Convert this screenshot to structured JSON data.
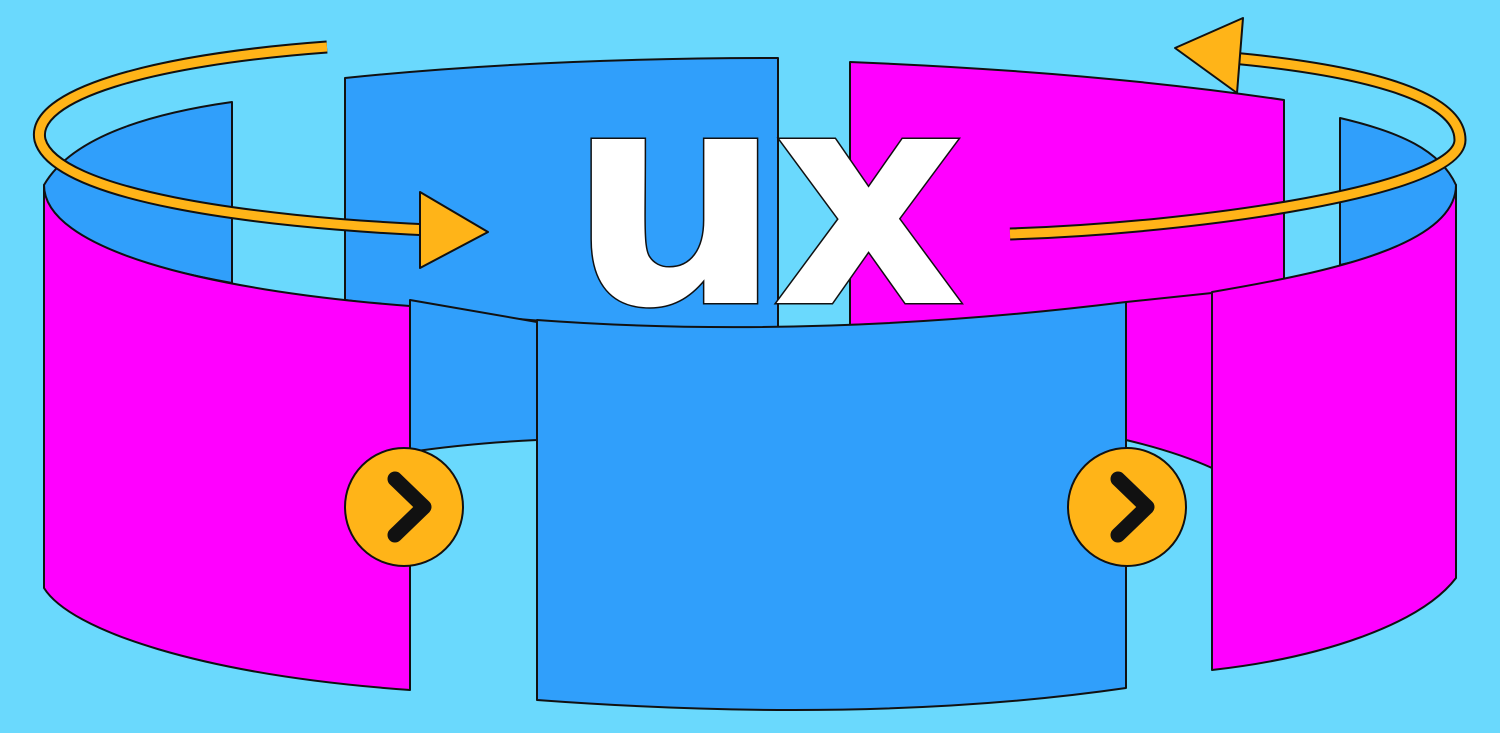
{
  "headline": {
    "text": "ux"
  },
  "colors": {
    "background": "#6ad9fd",
    "magenta": "#ff00ff",
    "blue": "#309ffb",
    "orange": "#ffb418",
    "white": "#ffffff",
    "outline": "#111111"
  },
  "icons": {
    "orbit_arrow_left": "curved-arrow-right",
    "orbit_arrow_right": "curved-arrow-left",
    "nav_left": "chevron-right-icon",
    "nav_right": "chevron-right-icon"
  }
}
